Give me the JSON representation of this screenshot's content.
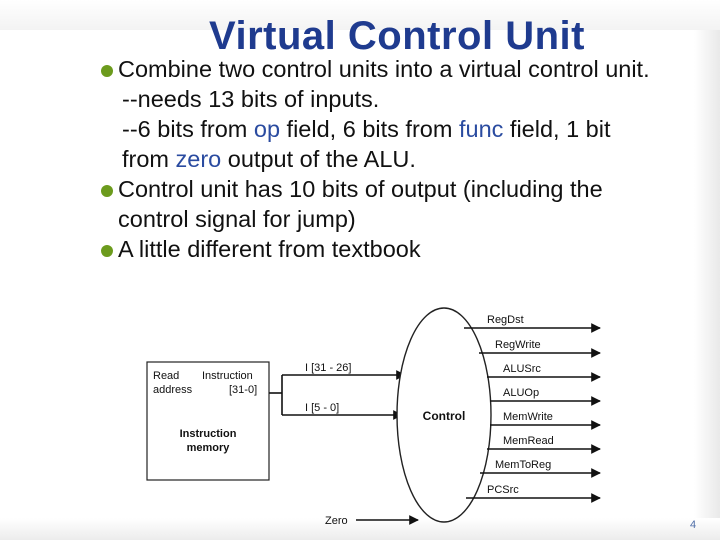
{
  "slide": {
    "title": "Virtual Control Unit",
    "page_number": "4",
    "bullet_color": "#6c9b1d",
    "title_color": "#1f3b8f",
    "keyword_color": "#2a4ba0"
  },
  "bullets": {
    "b1": "Combine two control units into a virtual control unit.",
    "b1_sub1": "--needs 13 bits of inputs.",
    "b1_sub2_a": "--6 bits from ",
    "b1_sub2_op": "op",
    "b1_sub2_b": " field, 6 bits from ",
    "b1_sub2_func": "func",
    "b1_sub2_c": " field, 1 bit",
    "b1_sub3_a": "from ",
    "b1_sub3_zero": "zero",
    "b1_sub3_b": " output of the ALU.",
    "b2_line1": "Control unit has 10 bits of output (including the",
    "b2_line2": "control signal for jump)",
    "b3": "A little different from textbook"
  },
  "diagram": {
    "memory": {
      "read_address_1": "Read",
      "read_address_2": "address",
      "instruction_1": "Instruction",
      "instruction_2": "[31-0]",
      "name_1": "Instruction",
      "name_2": "memory"
    },
    "inputs": [
      "I [31 - 26]",
      "I [5 - 0]"
    ],
    "zero_label": "Zero",
    "control_label": "Control",
    "outputs": [
      "RegDst",
      "RegWrite",
      "ALUSrc",
      "ALUOp",
      "MemWrite",
      "MemRead",
      "MemToReg",
      "PCSrc"
    ]
  }
}
